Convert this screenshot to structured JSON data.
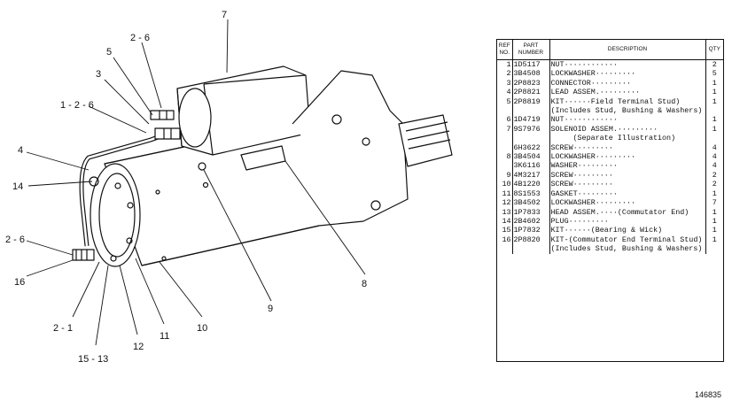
{
  "figure_id": "146835",
  "callouts": {
    "c7": "7",
    "c2_6_top": "2 - 6",
    "c5": "5",
    "c3": "3",
    "c1_2_6": "1 - 2 - 6",
    "c4": "4",
    "c14": "14",
    "c2_6_left": "2 - 6",
    "c16": "16",
    "c2_1": "2 - 1",
    "c15_13": "15 - 13",
    "c12": "12",
    "c11": "11",
    "c10": "10",
    "c9": "9",
    "c8": "8"
  },
  "table": {
    "headers": {
      "ref": "REF NO.",
      "part": "PART NUMBER",
      "desc": "DESCRIPTION",
      "qty": "QTY"
    },
    "rows": [
      {
        "ref": "1",
        "part": "1D5117",
        "desc": "NUT············",
        "qty": "2"
      },
      {
        "ref": "2",
        "part": "3B4508",
        "desc": "LOCKWASHER·········",
        "qty": "5"
      },
      {
        "ref": "3",
        "part": "2P8823",
        "desc": "CONNECTOR·········",
        "qty": "1"
      },
      {
        "ref": "4",
        "part": "2P8821",
        "desc": "LEAD ASSEM.·········",
        "qty": "1"
      },
      {
        "ref": "5",
        "part": "2P8819",
        "desc": "KIT······Field Terminal Stud)",
        "qty": "1"
      },
      {
        "ref": "",
        "part": "",
        "desc": "(Includes Stud, Bushing & Washers)",
        "qty": "",
        "indent": true
      },
      {
        "ref": "6",
        "part": "1D4719",
        "desc": "NUT············",
        "qty": "1"
      },
      {
        "ref": "7",
        "part": "9S7976",
        "desc": "SOLENOID ASSEM.·········",
        "qty": "1"
      },
      {
        "ref": "",
        "part": "",
        "desc": "(Separate Illustration)",
        "qty": "",
        "indent2": true
      },
      {
        "ref": "",
        "part": "6H3622",
        "desc": "SCREW·········",
        "qty": "4"
      },
      {
        "ref": "8",
        "part": "3B4504",
        "desc": "LOCKWASHER·········",
        "qty": "4"
      },
      {
        "ref": "",
        "part": "3K6116",
        "desc": "WASHER·········",
        "qty": "4"
      },
      {
        "ref": "9",
        "part": "4M3217",
        "desc": "SCREW·········",
        "qty": "2"
      },
      {
        "ref": "10",
        "part": "4B1220",
        "desc": "SCREW·········",
        "qty": "2"
      },
      {
        "ref": "11",
        "part": "8S1553",
        "desc": "GASKET·········",
        "qty": "1"
      },
      {
        "ref": "12",
        "part": "3B4502",
        "desc": "LOCKWASHER·········",
        "qty": "7"
      },
      {
        "ref": "13",
        "part": "1P7833",
        "desc": "HEAD ASSEM.····(Commutator End)",
        "qty": "1"
      },
      {
        "ref": "14",
        "part": "2B4602",
        "desc": "PLUG·········",
        "qty": "1",
        "indent": true
      },
      {
        "ref": "15",
        "part": "1P7832",
        "desc": "KIT······(Bearing & Wick)",
        "qty": "1"
      },
      {
        "ref": "16",
        "part": "2P8820",
        "desc": "KIT-(Commutator End Terminal Stud)",
        "qty": "1"
      },
      {
        "ref": "",
        "part": "",
        "desc": "(Includes Stud, Bushing & Washers)",
        "qty": "",
        "indent": true
      }
    ]
  }
}
